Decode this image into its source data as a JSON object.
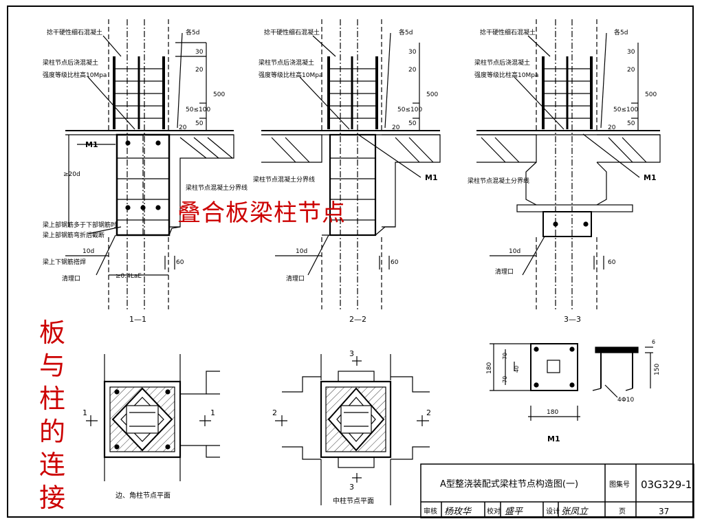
{
  "overlay": {
    "main_title": "叠合板梁柱节点",
    "side_chars": [
      "板",
      "与",
      "柱",
      "的",
      "连",
      "接"
    ]
  },
  "sections": [
    {
      "label": "1—1",
      "top_concrete": "捻干硬性细石混凝土",
      "node_concrete": [
        "梁柱节点后浇混凝土",
        "强度等级比柱高10Mpa"
      ],
      "rebar": "各5d",
      "dims": [
        "30",
        "20",
        "500",
        "50≤100",
        "50",
        "20"
      ],
      "m1": "M1",
      "height_dim": "≥20d",
      "boundary": "梁柱节点混凝土分界线",
      "rebar_note": [
        "梁上部钢筋多于下部钢筋时",
        "梁上部钢筋弯折后截断"
      ],
      "bottom_rebar": "10d",
      "weld": "梁上下钢筋搭焊",
      "cleanout": "清理口",
      "anchor": "≥0.4LaE",
      "gap": "60"
    },
    {
      "label": "2—2",
      "top_concrete": "捻干硬性细石混凝土",
      "node_concrete": [
        "梁柱节点后浇混凝土",
        "强度等级比柱高10Mpa"
      ],
      "rebar": "各5d",
      "dims": [
        "30",
        "20",
        "500",
        "50≤100",
        "50",
        "20"
      ],
      "m1": "M1",
      "boundary": "梁柱节点混凝土分界线",
      "bottom_rebar": "10d",
      "cleanout": "清理口",
      "gap": "60"
    },
    {
      "label": "3—3",
      "top_concrete": "捻干硬性细石混凝土",
      "node_concrete": [
        "梁柱节点后浇混凝土",
        "强度等级比柱高10Mpa"
      ],
      "rebar": "各5d",
      "dims": [
        "30",
        "20",
        "500",
        "50≤100",
        "50",
        "20"
      ],
      "m1": "M1",
      "boundary": "梁柱节点混凝土分界线",
      "bottom_rebar": "10d",
      "cleanout": "清理口",
      "gap": "60"
    }
  ],
  "plans": {
    "edge_caption": "边、角柱节点平面",
    "mid_caption": "中柱节点平面",
    "edge_cuts": [
      "1",
      "1"
    ],
    "mid_cuts": [
      "2",
      "2",
      "3",
      "3"
    ]
  },
  "m1_detail": {
    "title": "M1",
    "dims": [
      "180",
      "70",
      "70",
      "40",
      "180",
      "150",
      "6"
    ],
    "bar": "4Φ10"
  },
  "title_block": {
    "drawing_title": "A型整浇装配式梁柱节点构造图(一)",
    "atlas_label": "图集号",
    "atlas_no": "03G329-1",
    "review_label": "审核",
    "review_sig": "杨玫华",
    "check_label": "校对",
    "check_sig": "盛平",
    "design_label": "设计",
    "design_sig": "张凤立",
    "page_label": "页",
    "page_no": "37"
  }
}
